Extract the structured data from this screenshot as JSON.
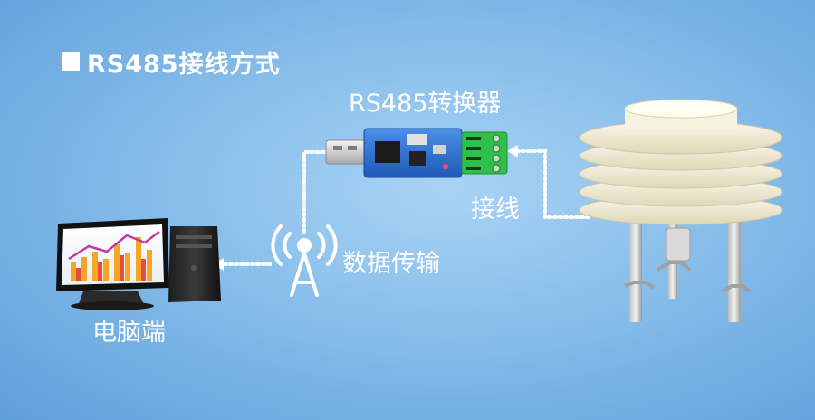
{
  "heading": "RS485接线方式",
  "labels": {
    "converter": "RS485转换器",
    "wiring": "接线",
    "transfer": "数据传输",
    "pc": "电脑端"
  },
  "colors": {
    "background": "#86bdea",
    "text": "#ffffff",
    "pcb": "#2f6fd0",
    "terminal": "#2fbf4a",
    "sensor": "#f4f0dc"
  },
  "icons": [
    "usb-rs485-converter",
    "antenna-signal-icon",
    "computer-icon",
    "weather-shield-sensor"
  ]
}
